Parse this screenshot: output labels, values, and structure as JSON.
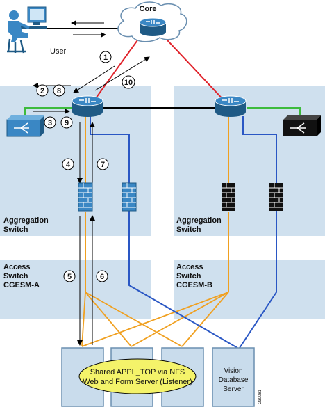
{
  "labels": {
    "core": "Core",
    "user": "User",
    "agg_left": [
      "Aggregation",
      "Switch"
    ],
    "agg_right": [
      "Aggregation",
      "Switch"
    ],
    "access_left": [
      "Access",
      "Switch",
      "CGESM-A"
    ],
    "access_right": [
      "Access",
      "Switch",
      "CGESM-B"
    ],
    "shared_app": [
      "Shared APPL_TOP via NFS",
      "Web and Form Server (Listener)"
    ],
    "vision_db": [
      "Vision",
      "Database",
      "Server"
    ],
    "figure_id": "230081"
  },
  "steps": [
    "1",
    "2",
    "8",
    "3",
    "9",
    "4",
    "7",
    "5",
    "6",
    "10"
  ],
  "colors": {
    "panel": "#cfe0ee",
    "red_link": "#e0222a",
    "black_link": "#000000",
    "green_link": "#3dbb3d",
    "blue_link": "#2a57c4",
    "orange_link": "#f0a020",
    "ellipse_fill": "#f4f36a",
    "server_fill": "#c9dcec"
  }
}
